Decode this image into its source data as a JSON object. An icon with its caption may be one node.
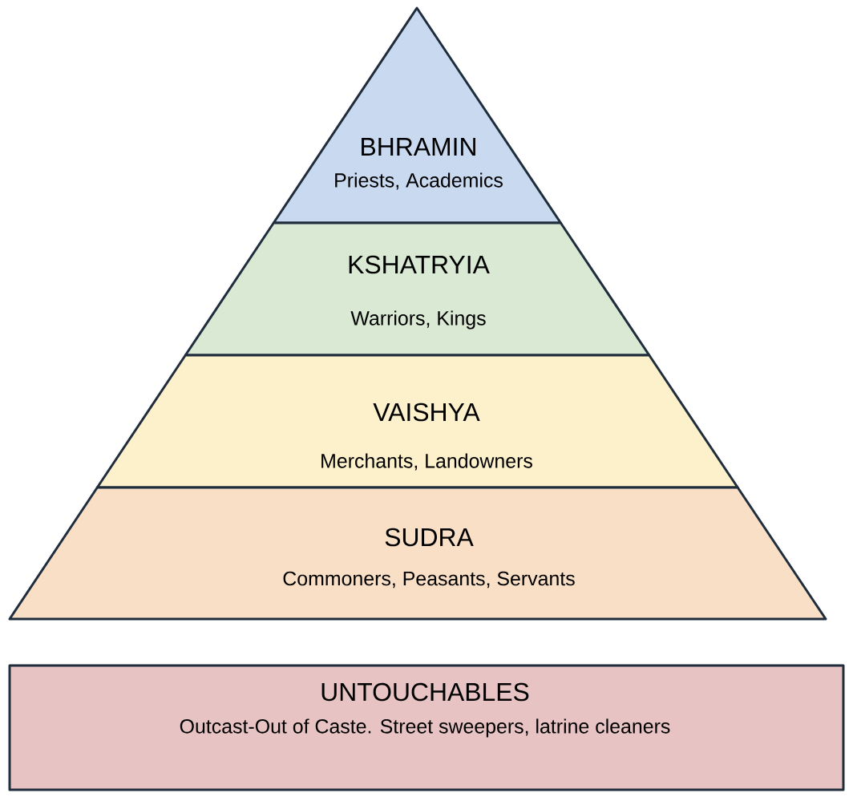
{
  "diagram": {
    "nodes": [
      {
        "text": [
          "BHRAMIN",
          "Priests, Academics"
        ]
      },
      {
        "text": [
          "KSHATRYIA",
          "Warriors, Kings"
        ]
      },
      {
        "text": [
          "VAISHYA",
          "Merchants, Landowners"
        ]
      },
      {
        "text": [
          "SUDRA",
          "Commoners, Peasants, Servants"
        ]
      },
      {
        "text": [
          "UNTOUCHABLES",
          "Outcast-Out of Caste. Street sweepers, latrine cleaners"
        ]
      }
    ]
  }
}
